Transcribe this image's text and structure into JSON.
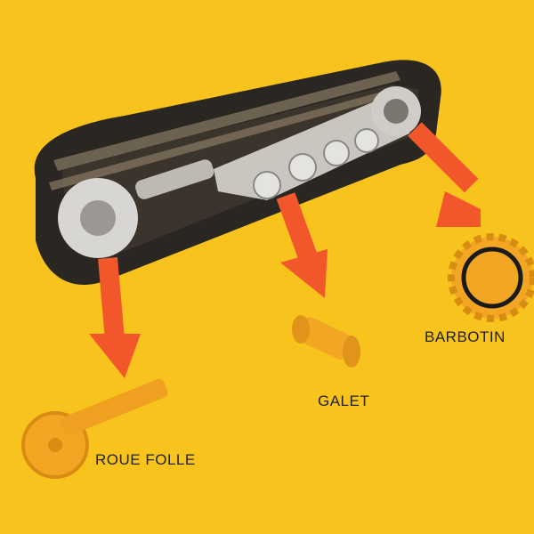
{
  "labels": {
    "barbotin": "BARBOTIN",
    "galet": "GALET",
    "roue_folle": "ROUE FOLLE"
  },
  "colors": {
    "background": "#F8C31C",
    "arrow": "#F2562B",
    "part": "#F3A623",
    "track": "#2A2622"
  }
}
